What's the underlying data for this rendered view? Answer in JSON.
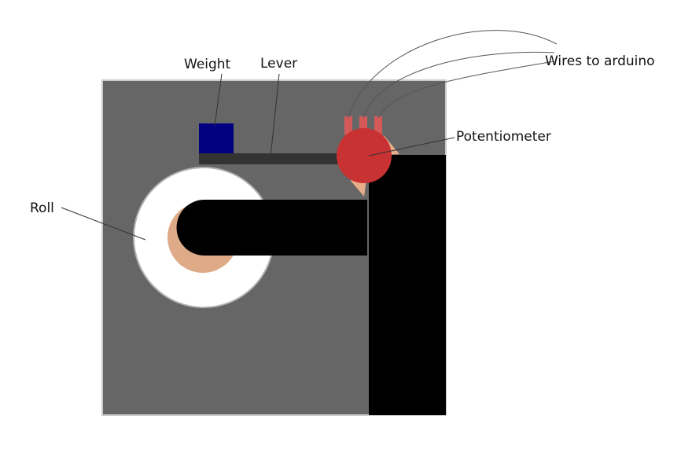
{
  "labels": {
    "weight": "Weight",
    "lever": "Lever",
    "wires": "Wires to arduino",
    "potentiometer": "Potentiometer",
    "roll": "Roll"
  },
  "colors": {
    "panel": "#666666",
    "panel_border": "#c8c8c8",
    "weight_block": "#000080",
    "lever_bar": "#333333",
    "potentiometer": "#c83232",
    "pot_pins": "#d45a5a",
    "pot_wedge": "#e6ae8a",
    "roll": "#ffffff",
    "roll_core": "#deaa87",
    "arm": "#000000",
    "leader_lines": "#333333"
  }
}
